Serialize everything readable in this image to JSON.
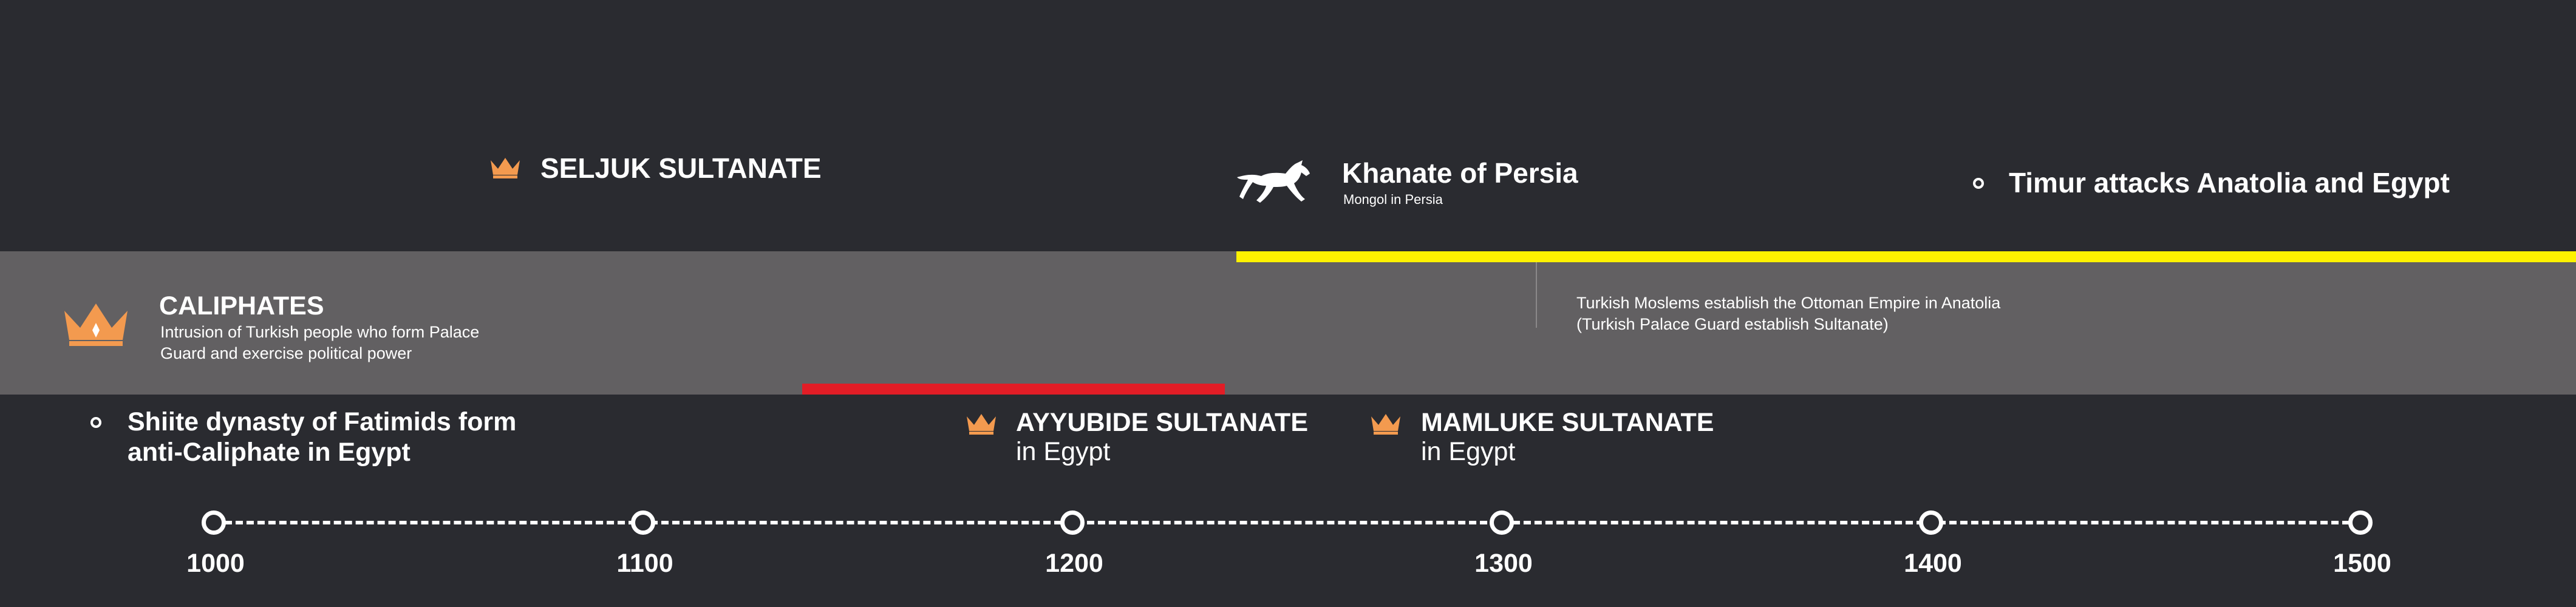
{
  "events_top": {
    "seljuk": {
      "title": "SELJUK SULTANATE",
      "icon": "crown-icon"
    },
    "khanate": {
      "title": "Khanate of Persia",
      "subtitle": "Mongol in Persia",
      "icon": "horse-icon"
    },
    "timur": {
      "title": "Timur attacks Anatolia and Egypt"
    }
  },
  "band": {
    "caliphates": {
      "title": "CALIPHATES",
      "desc_line1": "Intrusion of Turkish people who form Palace",
      "desc_line2": "Guard and exercise political power",
      "icon": "crown-icon"
    },
    "ottoman": {
      "line1": "Turkish Moslems establish the Ottoman Empire in Anatolia",
      "line2": "(Turkish Palace Guard establish Sultanate)"
    }
  },
  "events_bottom": {
    "fatimids": {
      "line1": "Shiite dynasty of Fatimids form",
      "line2": "anti-Caliphate in Egypt"
    },
    "ayyubide": {
      "title": "AYYUBIDE SULTANATE",
      "subtitle": "in Egypt",
      "icon": "crown-icon"
    },
    "mamluke": {
      "title": "MAMLUKE SULTANATE",
      "subtitle": "in Egypt",
      "icon": "crown-icon"
    }
  },
  "axis": {
    "ticks": [
      "1000",
      "1100",
      "1200",
      "1300",
      "1400",
      "1500"
    ]
  },
  "colors": {
    "background": "#2a2b30",
    "band": "#626062",
    "accent_orange": "#f39a4f",
    "yellow": "#fff200",
    "red": "#e21d26"
  }
}
